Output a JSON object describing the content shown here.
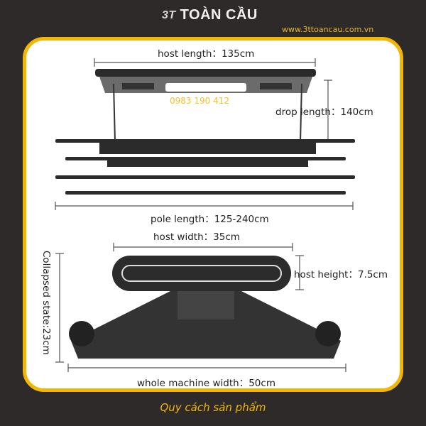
{
  "brand": {
    "name": "TOÀN CẦU",
    "mark": "3T",
    "website": "www.3ttoancau.com.vn"
  },
  "phone": "0983 190 412",
  "dimensions": {
    "host_length": "host length：135cm",
    "drop_length": "drop length：140cm",
    "pole_length": "pole length：125-240cm",
    "host_width": "host width：35cm",
    "host_height": "host height：7.5cm",
    "collapsed_state": "Collapsed state:23cm",
    "whole_machine_width": "whole machine width：50cm"
  },
  "caption": "Quy cách sản phẩm",
  "colors": {
    "background": "#2d2a29",
    "accent": "#f2b705",
    "panel": "#ffffff"
  }
}
